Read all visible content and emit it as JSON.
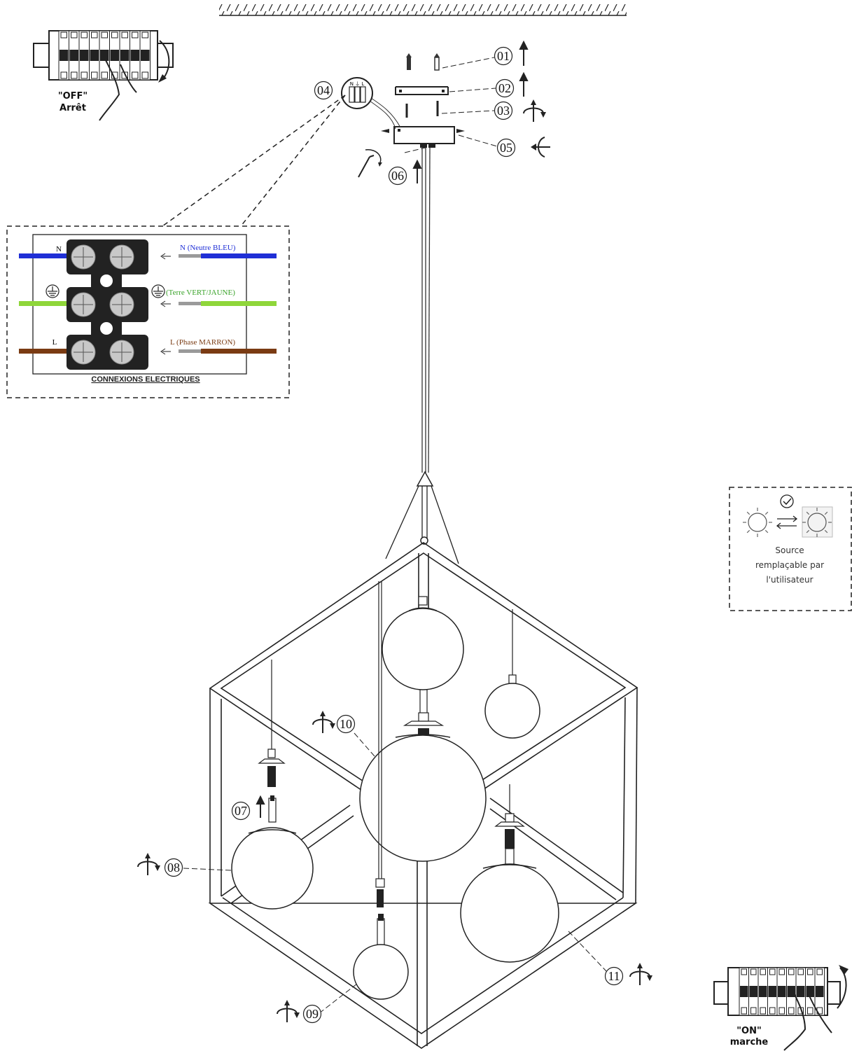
{
  "switch_off": {
    "line1": "\"OFF\"",
    "line2": "Arrêt"
  },
  "switch_on": {
    "line1": "\"ON\"",
    "line2": "marche"
  },
  "steps": [
    "01",
    "02",
    "03",
    "04",
    "05",
    "06",
    "07",
    "08",
    "09",
    "10",
    "11"
  ],
  "wiring": {
    "title": "CONNEXIONS ELECTRIQUES",
    "neutral_terminal": "N",
    "neutral_label": "N (Neutre BLEU)",
    "earth_label": "(Terre VERT/JAUNE)",
    "phase_terminal": "L",
    "phase_label": "L  (Phase MARRON)",
    "colors": {
      "neutral": "#1f2fd6",
      "earth": "#8fd63a",
      "phase": "#7a3b13"
    }
  },
  "connector_letters": "N ⏚ L",
  "source": {
    "line1": "Source",
    "line2": "remplaçable par",
    "line3": "l'utilisateur"
  }
}
